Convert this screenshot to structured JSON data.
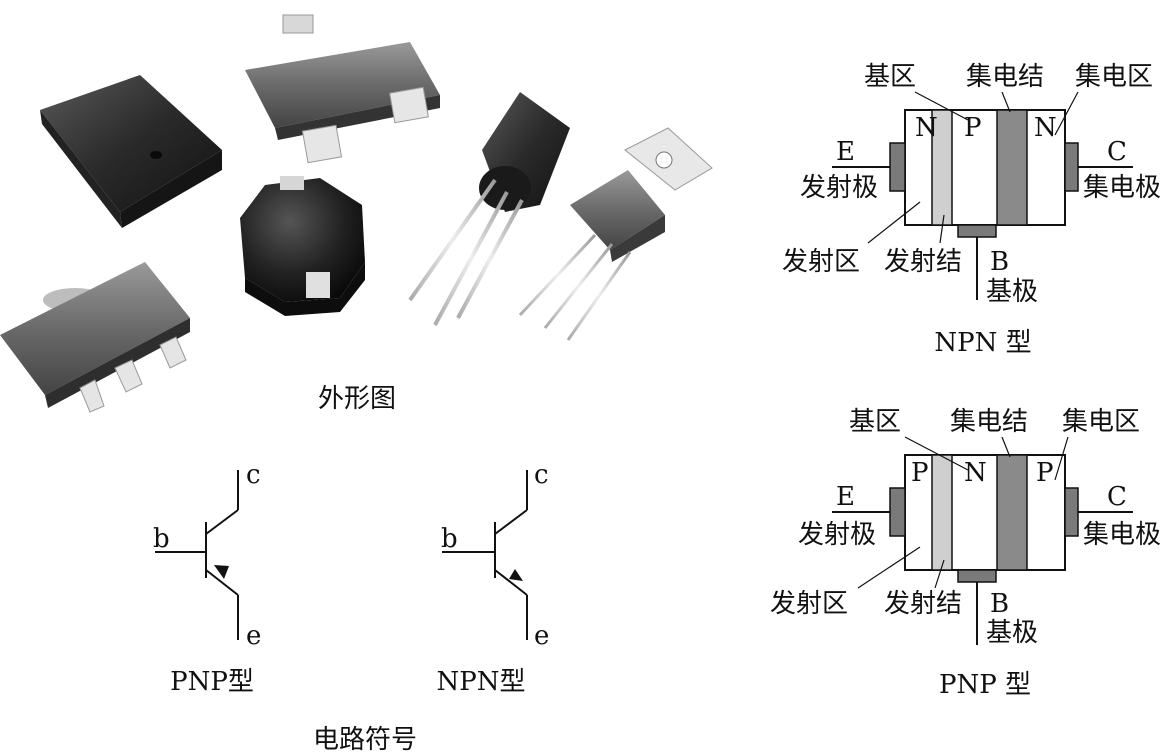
{
  "photo": {
    "caption": "外形图"
  },
  "symbols": {
    "caption": "电路符号",
    "pnp": {
      "caption": "PNP型",
      "b": "b",
      "c": "c",
      "e": "e"
    },
    "npn": {
      "caption": "NPN型",
      "b": "b",
      "c": "c",
      "e": "e"
    }
  },
  "structure_npn": {
    "caption": "NPN 型",
    "base_region": "基区",
    "collector_junction": "集电结",
    "collector_region": "集电区",
    "layer_left": "N",
    "layer_mid": "P",
    "layer_right": "N",
    "e_letter": "E",
    "emitter_pole": "发射极",
    "c_letter": "C",
    "collector_pole": "集电极",
    "emitter_region": "发射区",
    "emitter_junction": "发射结",
    "b_letter": "B",
    "base_pole": "基极"
  },
  "structure_pnp": {
    "caption": "PNP 型",
    "base_region": "基区",
    "collector_junction": "集电结",
    "collector_region": "集电区",
    "layer_left": "P",
    "layer_mid": "N",
    "layer_right": "P",
    "e_letter": "E",
    "emitter_pole": "发射极",
    "c_letter": "C",
    "collector_pole": "集电极",
    "emitter_region": "发射区",
    "emitter_junction": "发射结",
    "b_letter": "B",
    "base_pole": "基极"
  },
  "colors": {
    "ink": "#111111",
    "junction_light": "#cfcfcf",
    "junction_dark": "#8a8a8a",
    "electrode": "#7a7a7a"
  }
}
